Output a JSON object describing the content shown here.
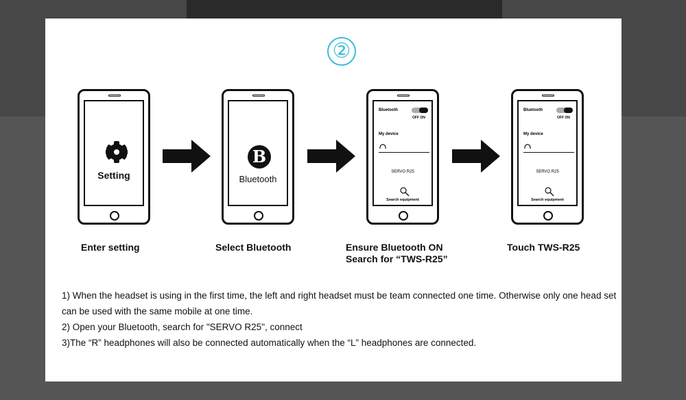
{
  "step_number": "②",
  "phones": [
    {
      "label": "Setting",
      "icon": "gear-icon"
    },
    {
      "label": "Bluetooth",
      "icon": "bluetooth-b-icon",
      "icon_text": "B"
    },
    {
      "bluetooth_label": "Bluetooth",
      "off_on": "OFF  ON",
      "my_device": "My device",
      "device_name": "SERVO  R25",
      "search_label": "Search equipment"
    },
    {
      "bluetooth_label": "Bluetooth",
      "off_on": "OFF  ON",
      "my_device": "My device",
      "device_name": "SERVO  R25",
      "search_label": "Search equipment"
    }
  ],
  "captions": {
    "step1": "Enter setting",
    "step2": "Select Bluetooth",
    "step3_line1": "Ensure Bluetooth ON",
    "step3_line2": "Search for “TWS-R25”",
    "step4": "Touch TWS-R25"
  },
  "instructions": {
    "line1": "1)   When the headset is using in the first time, the left and right headset must be team connected one time. Otherwise only one head set can be used with the same mobile at one time.",
    "line2": "2)   Open your Bluetooth, search for \"SERVO R25\", connect",
    "line3": "3)The  “R”  headphones will also be connected automatically when the  “L”  headphones are connected."
  },
  "colors": {
    "accent": "#3bbcd9",
    "ink": "#111111",
    "card": "#ffffff"
  }
}
